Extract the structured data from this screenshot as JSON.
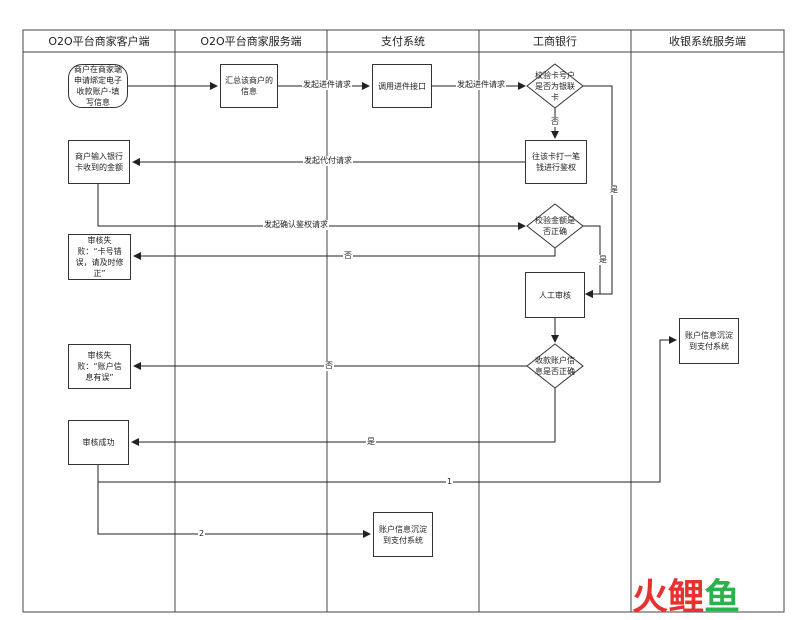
{
  "lanes": [
    "O2O平台商家客户端",
    "O2O平台商家服务端",
    "支付系统",
    "工商银行",
    "收银系统服务端"
  ],
  "nodes": {
    "start": "商户在商家端\n申请绑定电子\n收款账户-填\n写信息",
    "summary": "汇总该商户的\n信息",
    "call_api": "调用进件接口",
    "check_card": "校验卡号户\n是否为银联\n卡",
    "debit": "往该卡打一笔\n钱进行鉴权",
    "input_amount": "商户输入银行\n卡收到的金额",
    "check_amount": "校验金额是\n否正确",
    "fail_card": "审核失\n败：“卡号错\n误，请及时修\n正”",
    "manual": "人工审核",
    "check_account": "收款账户信\n息是否正确",
    "fail_account": "审核失\n败：“账户信\n息有误”",
    "success": "审核成功",
    "sync_cashier": "账户信息沉淀\n到支付系统",
    "sync_pay": "账户信息沉淀\n到支付系统"
  },
  "edges": {
    "e1": "发起进件请求",
    "e2": "发起进件请求",
    "e3": "否",
    "e4": "是",
    "e5": "发起代付请求",
    "e6": "发起确认鉴权请求",
    "e7": "否",
    "e8": "是",
    "e9": "否",
    "e10": "是",
    "e11": "1",
    "e12": "2"
  },
  "watermark": {
    "text": "火鲤鱼",
    "color_red": "#e8302f",
    "color_green": "#2bb34a"
  }
}
